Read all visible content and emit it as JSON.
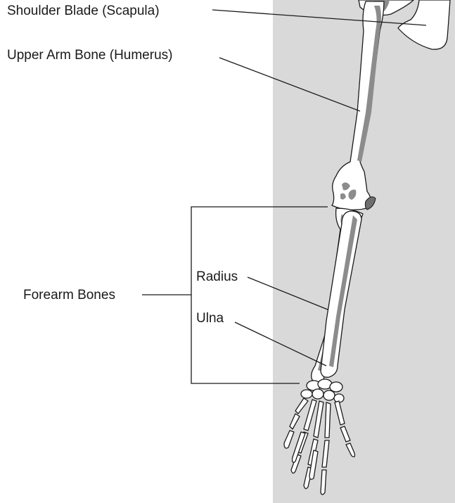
{
  "labels": {
    "scapula": "Shoulder Blade (Scapula)",
    "humerus": "Upper Arm Bone (Humerus)",
    "forearm": "Forearm Bones",
    "radius": "Radius",
    "ulna": "Ulna"
  },
  "colors": {
    "background_panel": "#d9d9d9",
    "bone_fill": "#ffffff",
    "bone_shading": "#8c8c8c",
    "outline": "#1a1a1a"
  }
}
